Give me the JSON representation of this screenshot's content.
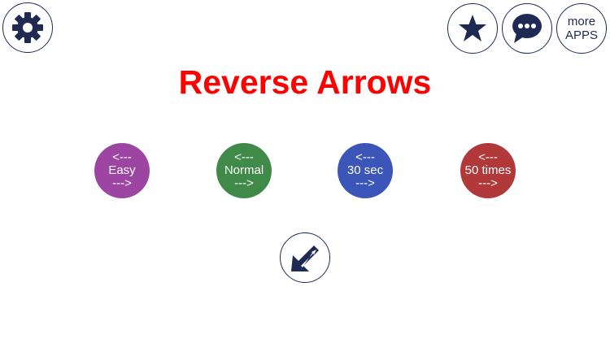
{
  "header": {
    "title": "Reverse Arrows",
    "more_apps": [
      "more",
      "APPS"
    ]
  },
  "modes": [
    {
      "top": "<---",
      "label": "Easy",
      "bottom": "--->",
      "color": "#9c45a2"
    },
    {
      "top": "<---",
      "label": "Normal",
      "bottom": "--->",
      "color": "#3f8a48"
    },
    {
      "top": "<---",
      "label": "30 sec",
      "bottom": "--->",
      "color": "#3c55b8"
    },
    {
      "top": "<---",
      "label": "50 times",
      "bottom": "--->",
      "color": "#b2393a"
    }
  ],
  "colors": {
    "icon": "#1f2a52",
    "title": "#ff0000"
  }
}
